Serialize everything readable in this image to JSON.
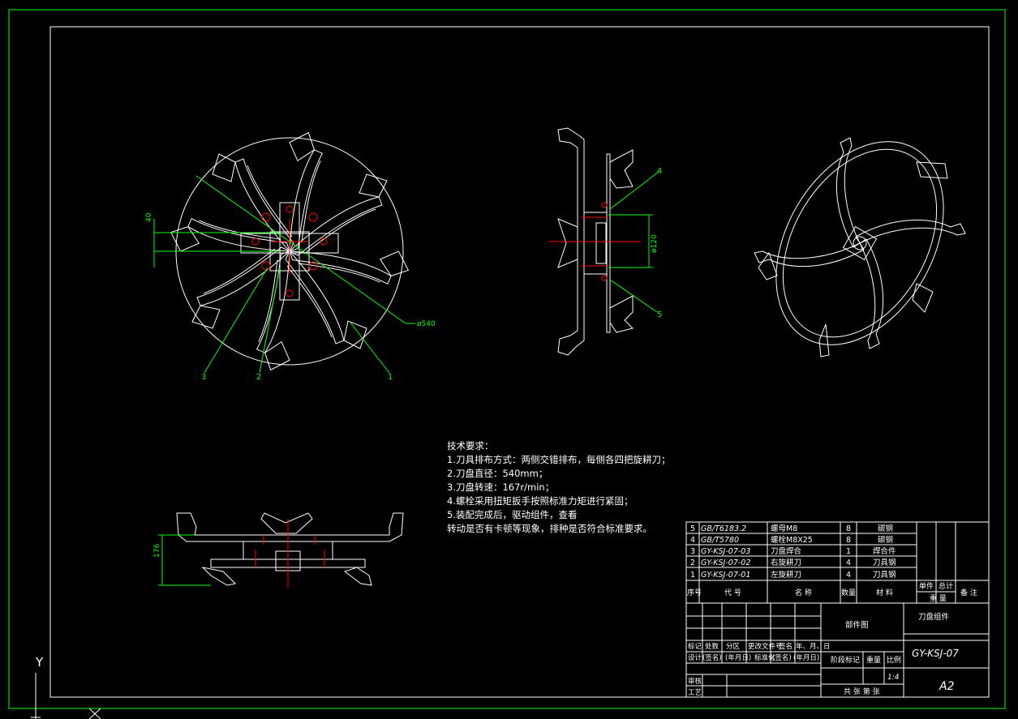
{
  "labels": {
    "dim_40": "40",
    "dim_540": "ø540",
    "dim_120": "ø120",
    "dim_176": "176",
    "balloon_1": "1",
    "balloon_2": "2",
    "balloon_3": "3",
    "balloon_4": "4",
    "balloon_5": "5",
    "ucs_y": "Y"
  },
  "notes": {
    "title": "技术要求：",
    "lines": [
      "1.刀具排布方式：两侧交错排布，每侧各四把旋耕刀；",
      "2.刀盘直径：540mm；",
      "3.刀盘转速：167r/min；",
      "4.螺栓采用扭矩扳手按照标准力矩进行紧固；",
      "5.装配完成后，驱动组件，查看",
      "转动是否有卡顿等现象，排种是否符合标准要求。"
    ]
  },
  "bom": {
    "rows": [
      {
        "no": "5",
        "code": "GB/T6183.2",
        "name": "螺母M8",
        "qty": "8",
        "material": "碳钢"
      },
      {
        "no": "4",
        "code": "GB/T5780",
        "name": "螺栓M8X25",
        "qty": "8",
        "material": "碳钢"
      },
      {
        "no": "3",
        "code": "GY-KSJ-07-03",
        "name": "刀盘焊合",
        "qty": "1",
        "material": "焊合件"
      },
      {
        "no": "2",
        "code": "GY-KSJ-07-02",
        "name": "右旋耕刀",
        "qty": "4",
        "material": "刀具钢"
      },
      {
        "no": "1",
        "code": "GY-KSJ-07-01",
        "name": "左旋耕刀",
        "qty": "4",
        "material": "刀具钢"
      }
    ],
    "header": {
      "no": "序号",
      "code": "代 号",
      "name": "名 称",
      "qty": "数量",
      "material": "材 料",
      "unit": "单件",
      "total": "总计",
      "weight": "重 量",
      "remark": "备 注"
    }
  },
  "title_block": {
    "part_title": "部件图",
    "name": "刀盘组件",
    "drawing_no": "GY-KSJ-07",
    "scale": "1:4",
    "sheet_size": "A2",
    "stage_mark": "阶段标记",
    "weight": "重量",
    "scale_label": "比例",
    "sheet_count": "共  张  第  张",
    "rev_labels": [
      "标记",
      "处数",
      "分区",
      "更改文件号",
      "签名",
      "年、月、日"
    ],
    "design_row": [
      "设计",
      "(签名)",
      "(年月日)",
      "标准化",
      "(签名)",
      "(年月日)"
    ],
    "review": "审核",
    "process": "工艺"
  },
  "colors": {
    "background": "#000000",
    "lines": "#ffffff",
    "border": "#00ff00",
    "dimension": "#00ff00",
    "centerline": "#ff0000",
    "text": "#ffffff"
  }
}
